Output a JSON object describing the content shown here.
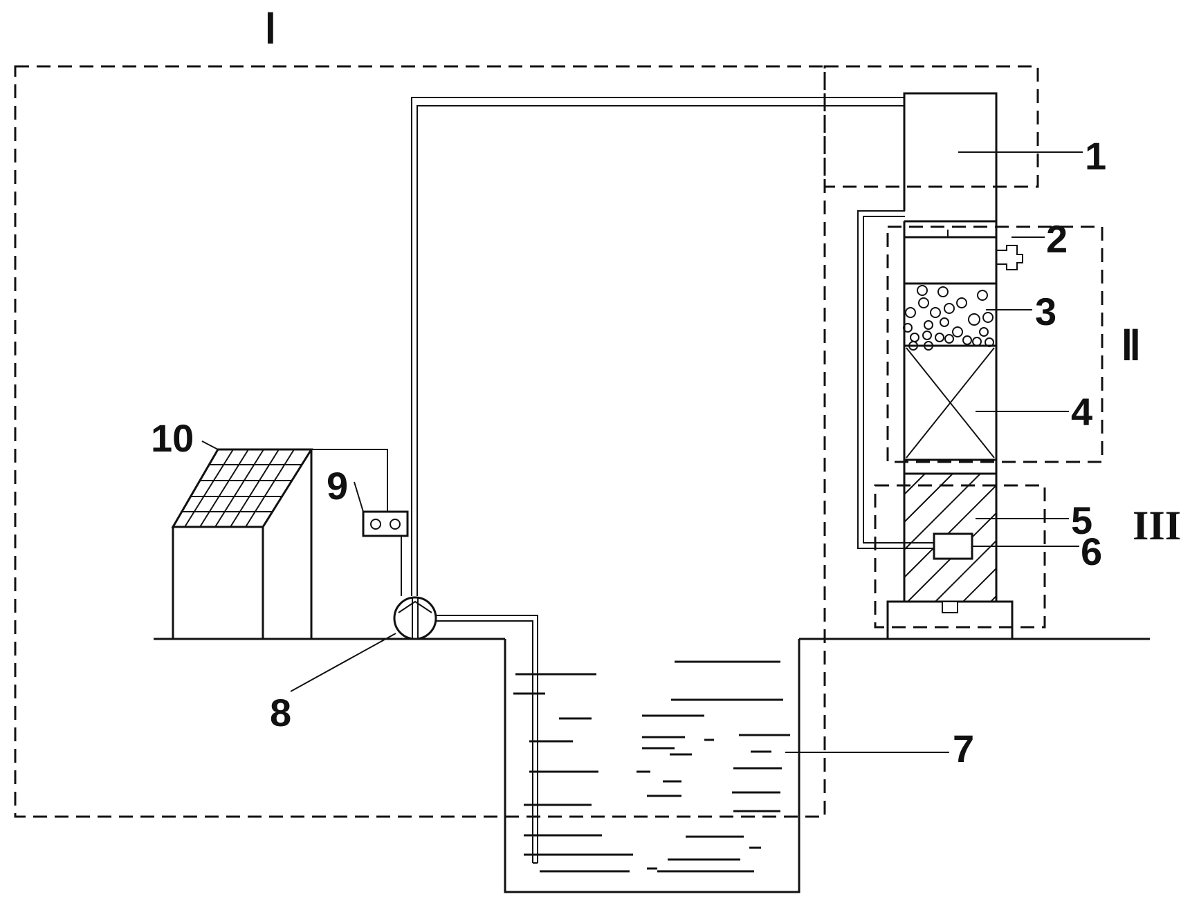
{
  "regions": {
    "I": "Ⅰ",
    "II": "Ⅱ",
    "III": "III"
  },
  "labels": {
    "l1": "1",
    "l2": "2",
    "l3": "3",
    "l4": "4",
    "l5": "5",
    "l6": "6",
    "l7": "7",
    "l8": "8",
    "l9": "9",
    "l10": "10"
  }
}
